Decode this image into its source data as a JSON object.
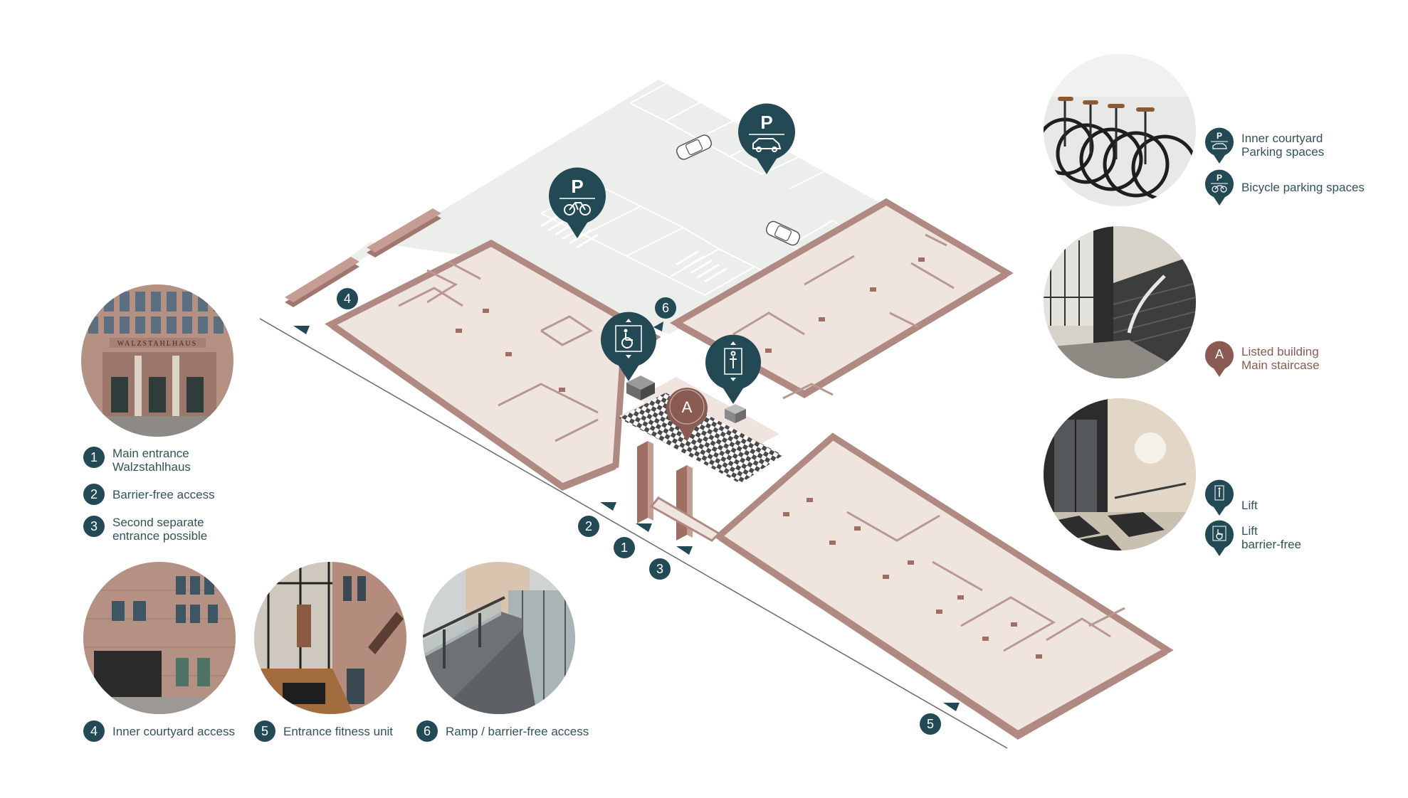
{
  "colors": {
    "teal": "#234a54",
    "brown": "#8a5b52",
    "floor": "#efe4de",
    "wall": "#b08a82",
    "courtyard": "#eceeeb"
  },
  "legend_left": [
    {
      "num": "1",
      "text": "Main entrance\nWalzstahlhaus"
    },
    {
      "num": "2",
      "text": "Barrier-free access"
    },
    {
      "num": "3",
      "text": "Second separate\nentrance possible"
    }
  ],
  "legend_bottom": [
    {
      "num": "4",
      "text": "Inner courtyard access"
    },
    {
      "num": "5",
      "text": "Entrance fitness unit"
    },
    {
      "num": "6",
      "text": "Ramp / barrier-free access"
    }
  ],
  "legend_right": {
    "parking_car": "Inner courtyard\nParking spaces",
    "parking_bike": "Bicycle parking spaces",
    "listed_building": "Listed building\nMain staircase",
    "lift": "Lift",
    "lift_barrier_free": "Lift\nbarrier-free"
  },
  "map_markers": {
    "pin_p": "P",
    "pin_a": "A",
    "entrance_1": "1",
    "entrance_2": "2",
    "entrance_3": "3",
    "courtyard_4": "4",
    "fitness_5": "5",
    "ramp_6": "6"
  },
  "building_sign": "WALZSTAHLHAUS",
  "icons": [
    "bicycle-icon",
    "car-icon",
    "lift-icon",
    "wheelchair-icon",
    "parking-icon"
  ]
}
